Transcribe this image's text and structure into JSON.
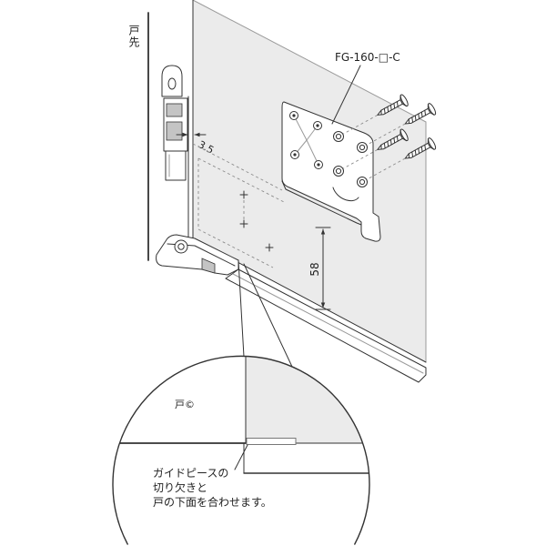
{
  "door_tip_label": "戸先",
  "part_number": "FG-160-□-C",
  "dimensions": {
    "gap": "3.5",
    "height": "58"
  },
  "detail": {
    "label": "戸©",
    "note_lines": [
      "ガイドピースの",
      "切り欠きと",
      "戸の下面を合わせます。"
    ]
  },
  "colors": {
    "line": "#333333",
    "face": "#ebebeb",
    "dash": "#8c8c8c"
  }
}
